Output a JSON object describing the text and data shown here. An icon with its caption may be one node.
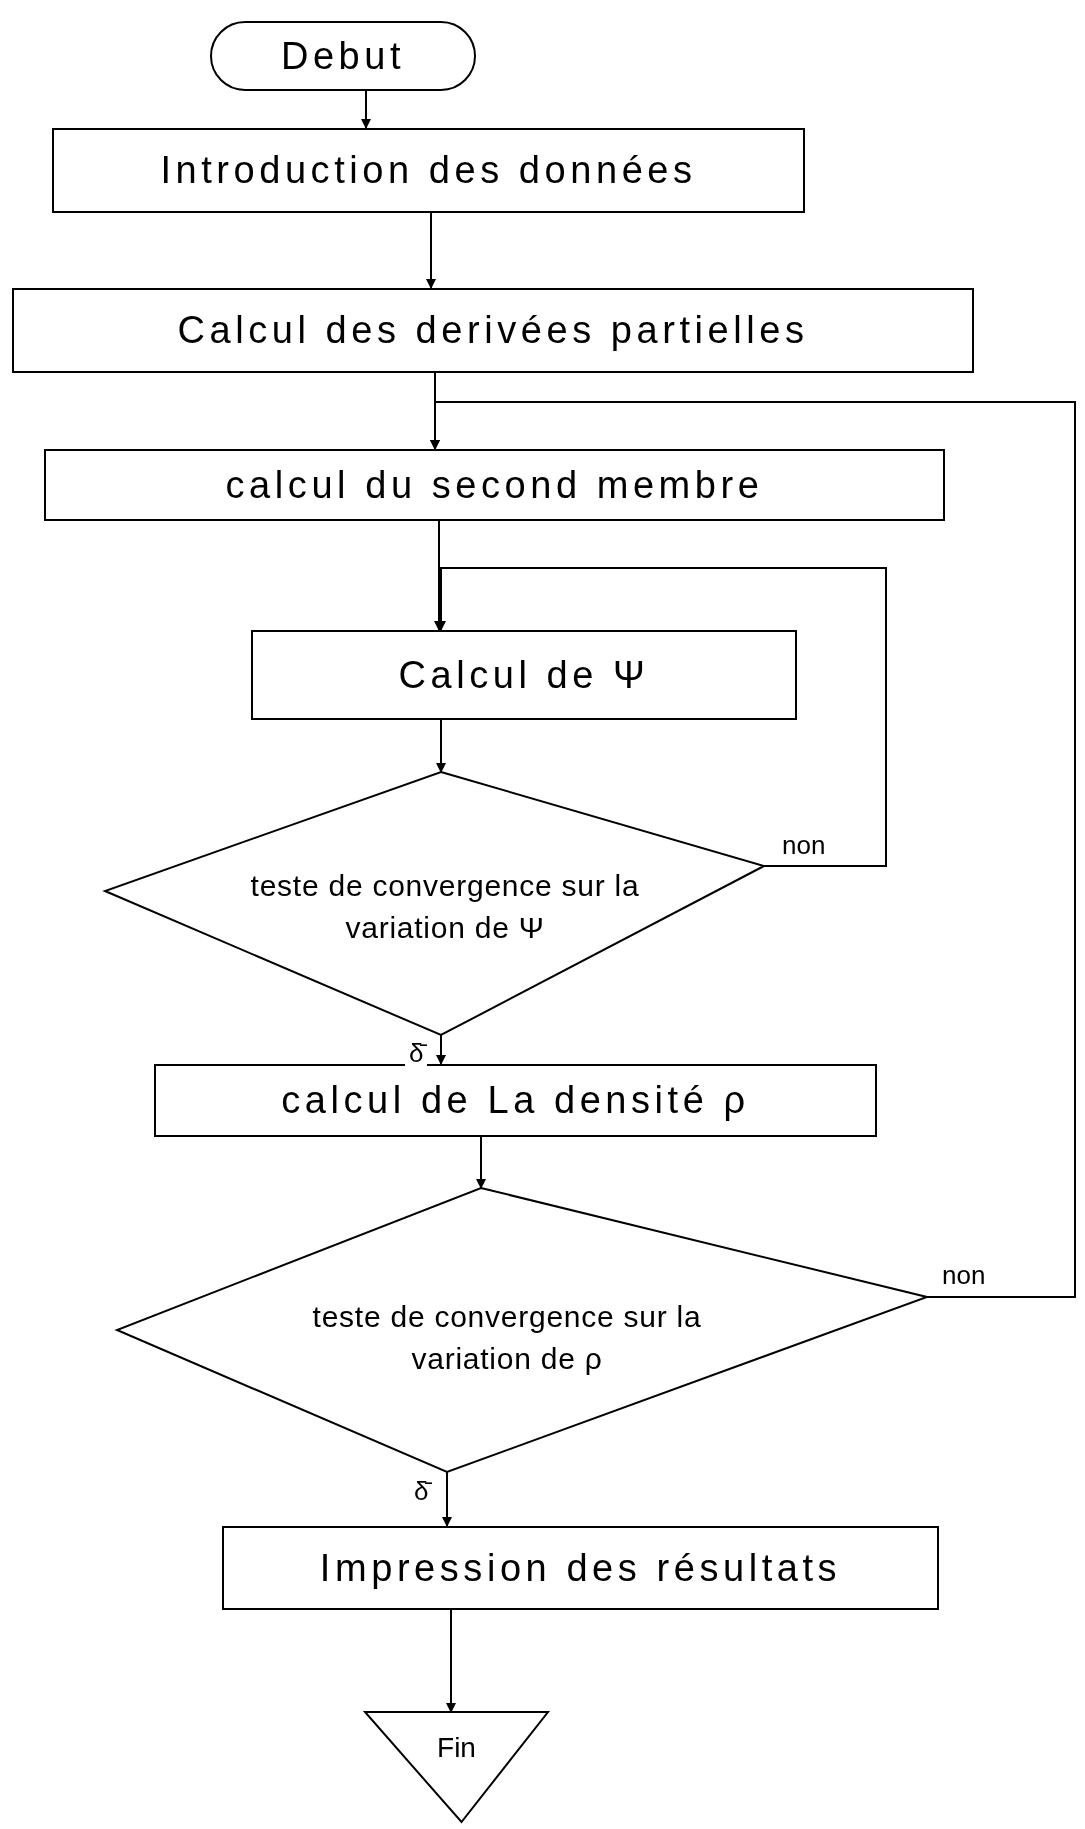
{
  "diagram": {
    "nodes": [
      {
        "text": [
          "Debut"
        ]
      },
      {
        "text": [
          "Introduction des données"
        ]
      },
      {
        "text": [
          "Calcul des derivées partielles"
        ]
      },
      {
        "text": [
          "calcul du second membre"
        ]
      },
      {
        "text": [
          "Calcul de Ψ"
        ]
      },
      {
        "text": [
          "teste de convergence sur la variation de Ψ"
        ]
      },
      {
        "text": [
          "calcul de La densité ρ"
        ]
      },
      {
        "text": [
          "teste de convergence sur la variation de ρ"
        ]
      },
      {
        "text": [
          "Impression des résultats"
        ]
      },
      {
        "text": [
          "Fin"
        ]
      }
    ],
    "edges": [
      {
        "from": 0,
        "to": 1,
        "arrow": "to"
      },
      {
        "from": 1,
        "to": 2,
        "arrow": "to"
      },
      {
        "from": 2,
        "to": 3,
        "arrow": "to"
      },
      {
        "from": 3,
        "to": 4,
        "arrow": "to"
      },
      {
        "from": 4,
        "to": 5,
        "arrow": "to"
      },
      {
        "from": 5,
        "to": 6,
        "arrow": "to",
        "label": "δ̄"
      },
      {
        "from": 6,
        "to": 7,
        "arrow": "to"
      },
      {
        "from": 7,
        "to": 8,
        "arrow": "to",
        "label": "δ̄"
      },
      {
        "from": 8,
        "to": 9,
        "arrow": "to"
      },
      {
        "from": 5,
        "to": 4,
        "arrow": "to",
        "label": "non"
      },
      {
        "from": 7,
        "to": 3,
        "arrow": "to",
        "label": "non"
      }
    ]
  }
}
